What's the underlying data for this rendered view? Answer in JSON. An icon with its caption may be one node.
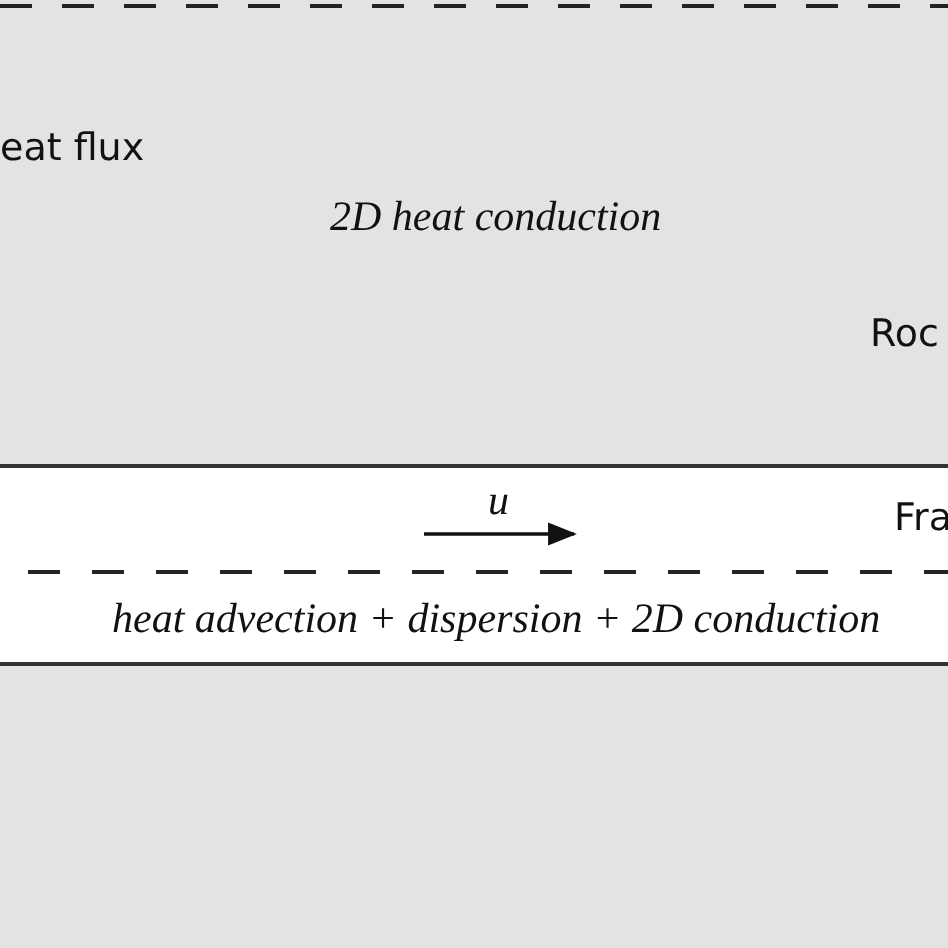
{
  "diagram": {
    "nodes": [
      {
        "text": [
          "eat flux",
          "2D heat conduction",
          "Roc"
        ]
      },
      {
        "text": [
          "Fra",
          "heat advection + dispersion + 2D conduction"
        ]
      },
      {
        "text": [],
        "shape": "box"
      }
    ],
    "edges": [],
    "labels": [
      "u"
    ]
  }
}
